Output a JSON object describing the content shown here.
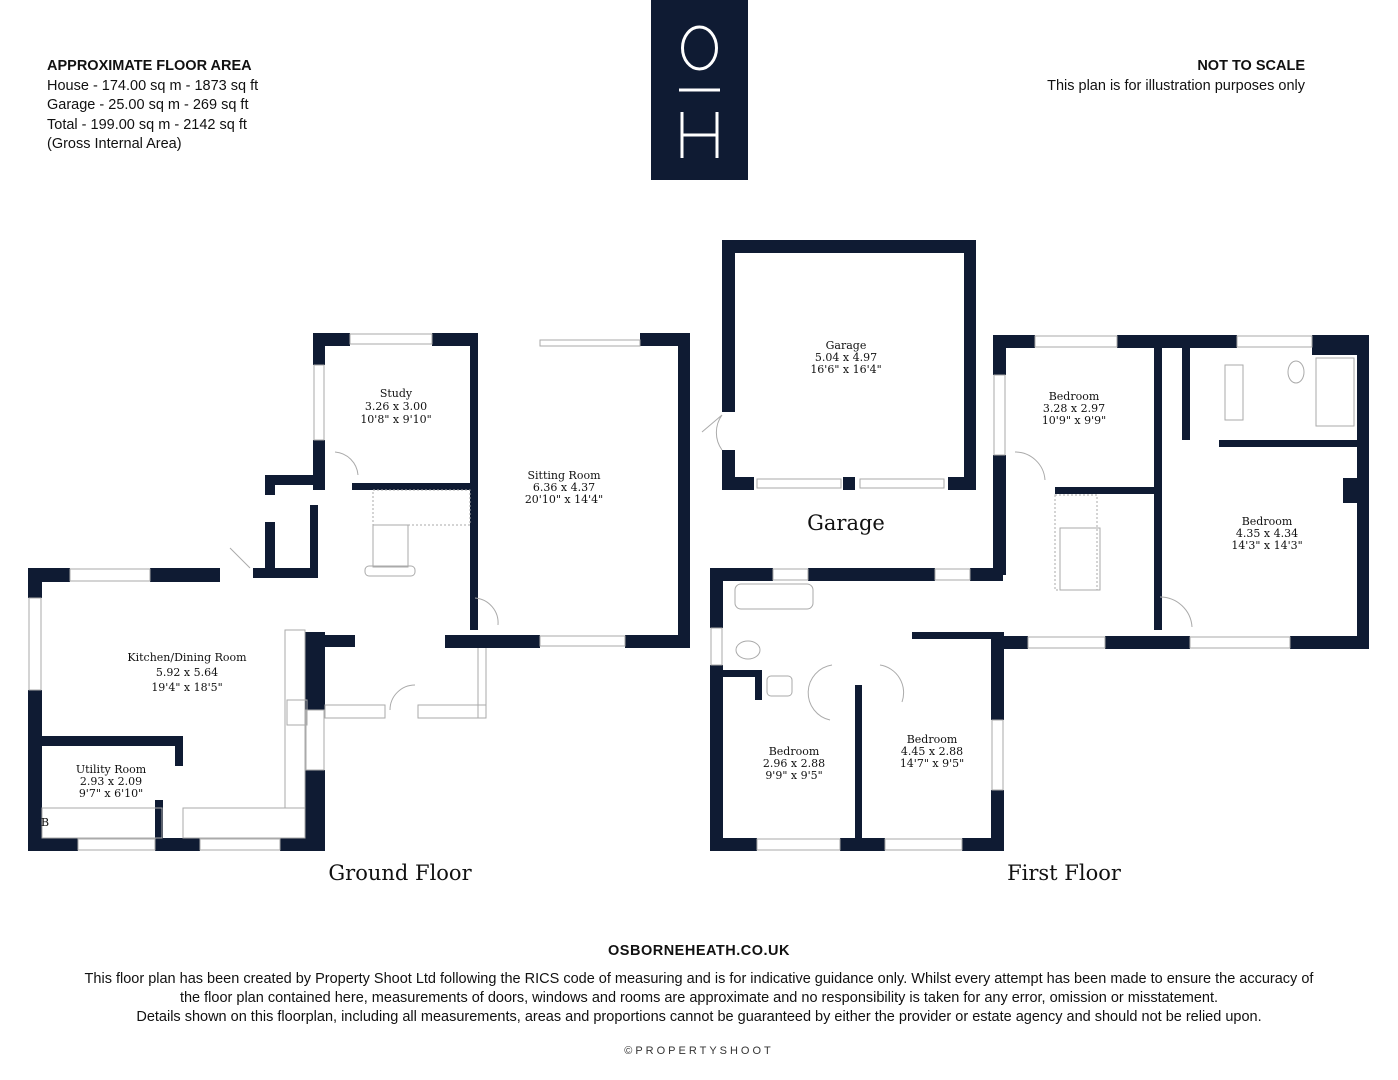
{
  "floor_area": {
    "heading": "APPROXIMATE FLOOR AREA",
    "lines": [
      "House - 174.00 sq m - 1873 sq ft",
      "Garage - 25.00 sq m - 269 sq ft",
      "Total - 199.00 sq m - 2142 sq ft",
      "(Gross Internal Area)"
    ]
  },
  "scale_note": {
    "heading": "NOT TO SCALE",
    "text": "This plan is for illustration purposes only"
  },
  "logo": {
    "text": "O|H",
    "color": "#0f1b33"
  },
  "wall_color": "#0f1b33",
  "ground_floor": {
    "title": "Ground Floor",
    "rooms": [
      {
        "name": "Study",
        "metric": "3.26 x 3.00",
        "imperial": "10'8\" x 9'10\""
      },
      {
        "name": "Sitting Room",
        "metric": "6.36 x 4.37",
        "imperial": "20'10\" x 14'4\""
      },
      {
        "name": "Kitchen/Dining Room",
        "metric": "5.92 x 5.64",
        "imperial": "19'4\" x 18'5\""
      },
      {
        "name": "Utility Room",
        "metric": "2.93 x 2.09",
        "imperial": "9'7\" x 6'10\""
      }
    ],
    "boiler_label": "B"
  },
  "garage": {
    "title": "Garage",
    "rooms": [
      {
        "name": "Garage",
        "metric": "5.04 x 4.97",
        "imperial": "16'6\" x 16'4\""
      }
    ]
  },
  "first_floor": {
    "title": "First Floor",
    "rooms": [
      {
        "name": "Bedroom",
        "metric": "3.28 x 2.97",
        "imperial": "10'9\" x 9'9\""
      },
      {
        "name": "Bedroom",
        "metric": "4.35 x 4.34",
        "imperial": "14'3\" x 14'3\""
      },
      {
        "name": "Bedroom",
        "metric": "2.96 x 2.88",
        "imperial": "9'9\" x 9'5\""
      },
      {
        "name": "Bedroom",
        "metric": "4.45 x 2.88",
        "imperial": "14'7\" x 9'5\""
      }
    ]
  },
  "footer": {
    "website": "OSBORNEHEATH.CO.UK",
    "disclaimer": [
      "This floor plan has been created by Property Shoot Ltd following the RICS code of measuring and is for indicative guidance only. Whilst every attempt has been made to ensure the accuracy of",
      "the floor plan contained here, measurements of doors, windows and rooms are approximate and no responsibility is taken for any error, omission or misstatement.",
      "Details shown on this floorplan, including all measurements, areas and proportions cannot be guaranteed by either the provider or estate agency and should not be relied upon."
    ],
    "credit": "©PROPERTYSHOOT"
  }
}
